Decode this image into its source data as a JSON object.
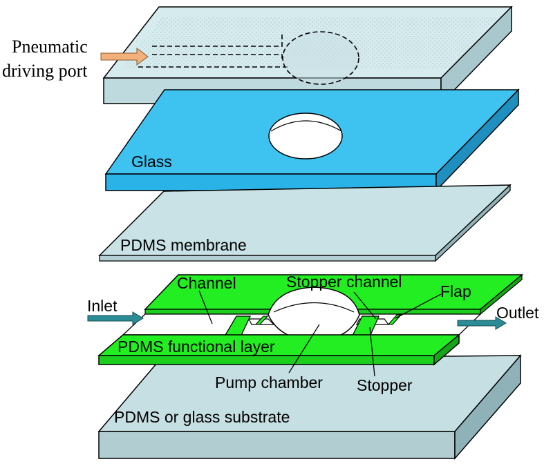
{
  "labels": {
    "pneumatic_line1": "Pneumatic",
    "pneumatic_line2": "driving port",
    "glass": "Glass",
    "pdms_membrane": "PDMS membrane",
    "channel": "Channel",
    "stopper_channel": "Stopper channel",
    "flap": "Flap",
    "inlet": "Inlet",
    "outlet": "Outlet",
    "functional_layer": "PDMS functional layer",
    "pump_chamber": "Pump chamber",
    "stopper": "Stopper",
    "substrate": "PDMS or glass substrate"
  },
  "colors": {
    "top_plate": "#cfe6ea",
    "glass": "#3cc0ee",
    "membrane": "#c8e2e6",
    "functional": "#22ee22",
    "substrate": "#c4dde1",
    "port_arrow": "#f2b07a",
    "flow_arrow": "#2b8c96"
  }
}
